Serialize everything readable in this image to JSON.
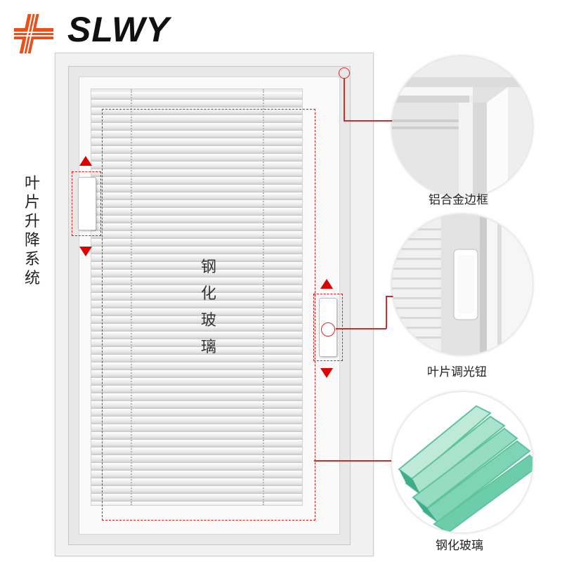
{
  "brand": {
    "name": "SLWY",
    "logo_color": "#e8501c"
  },
  "labels": {
    "slat_lift_system": "叶片升降系统",
    "tempered_glass_center": "钢化玻璃",
    "aluminum_frame": "铝合金边框",
    "slat_adjust_button": "叶片调光钮",
    "tempered_glass_callout": "钢化玻璃"
  },
  "colors": {
    "marker_red": "#e00000",
    "frame_white": "#f1f1f1",
    "glass_green": "#7fd3b5"
  },
  "icons": {
    "up_arrow": "triangle-up-icon",
    "down_arrow": "triangle-down-icon"
  }
}
